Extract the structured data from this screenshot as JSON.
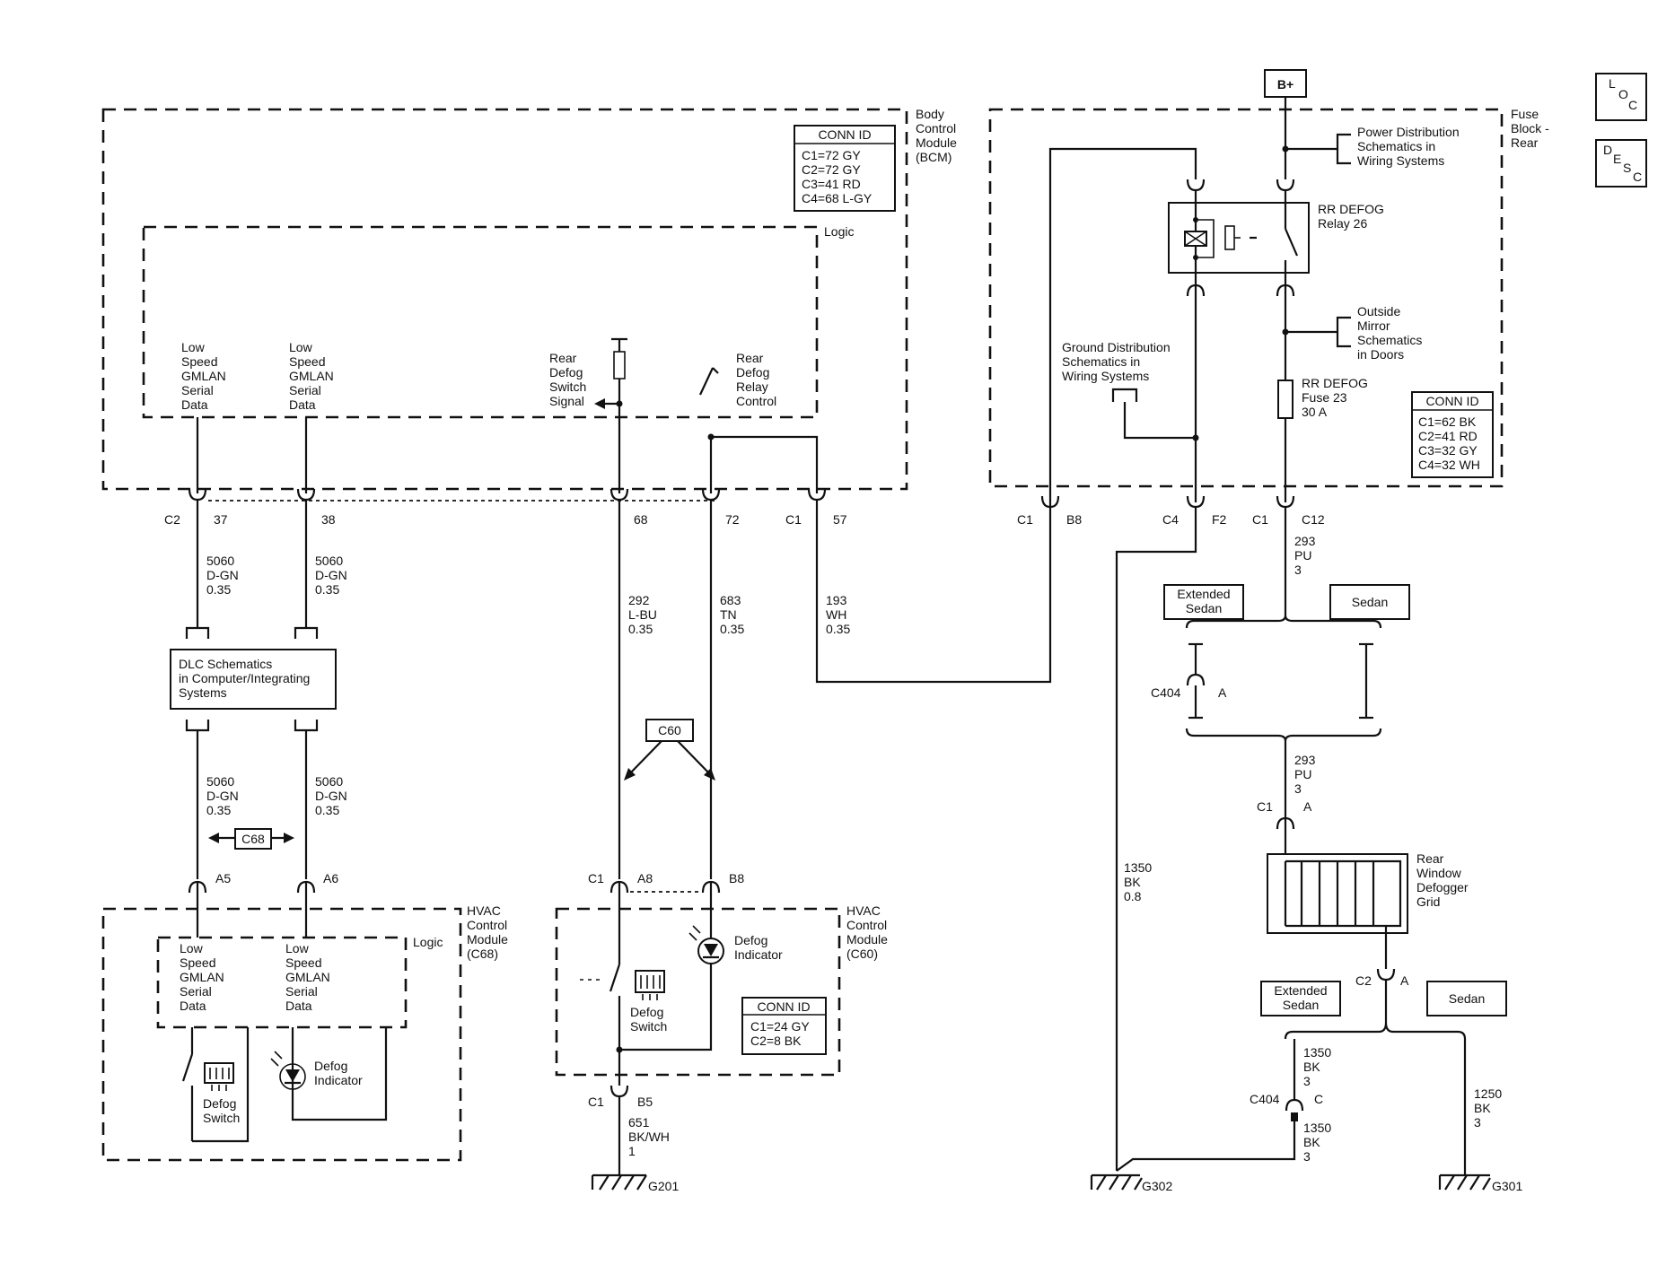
{
  "labels": {
    "bplus": "B+",
    "loc": [
      "L",
      "O",
      "C"
    ],
    "desc": [
      "D",
      "E",
      "S",
      "C"
    ],
    "bcm_title": [
      "Body",
      "Control",
      "Module",
      "(BCM)"
    ],
    "bcm_logic": "Logic",
    "bcm_conn_title": "CONN ID",
    "bcm_conn_rows": [
      "C1=72 GY",
      "C2=72 GY",
      "C3=41 RD",
      "C4=68 L-GY"
    ],
    "bcm_gmlan1": [
      "Low",
      "Speed",
      "GMLAN",
      "Serial",
      "Data"
    ],
    "bcm_gmlan2": [
      "Low",
      "Speed",
      "GMLAN",
      "Serial",
      "Data"
    ],
    "bcm_switch_signal": [
      "Rear",
      "Defog",
      "Switch",
      "Signal"
    ],
    "bcm_relay_control": [
      "Rear",
      "Defog",
      "Relay",
      "Control"
    ],
    "fuse_block_title": [
      "Fuse",
      "Block -",
      "Rear"
    ],
    "power_dist": [
      "Power Distribution",
      "Schematics in",
      "Wiring Systems"
    ],
    "relay_label": [
      "RR DEFOG",
      "Relay 26"
    ],
    "outside_mirror": [
      "Outside",
      "Mirror",
      "Schematics",
      "in Doors"
    ],
    "ground_dist": [
      "Ground Distribution",
      "Schematics in",
      "Wiring Systems"
    ],
    "fuse_label": [
      "RR DEFOG",
      "Fuse 23",
      "30 A"
    ],
    "fb_conn_title": "CONN ID",
    "fb_conn_rows": [
      "C1=62 BK",
      "C2=41 RD",
      "C3=32 GY",
      "C4=32 WH"
    ],
    "pins": {
      "c2_connector": "C2",
      "pin37": "37",
      "pin38": "38",
      "pin68": "68",
      "pin72": "72",
      "c1_bcm": "C1",
      "pin57": "57",
      "c1_fb": "C1",
      "pinB8_fb": "B8",
      "c4_fb": "C4",
      "pinF2": "F2",
      "c1_fb2": "C1",
      "pinC12": "C12",
      "pinA5": "A5",
      "pinA6": "A6",
      "c1_c60": "C1",
      "pinA8": "A8",
      "pinB8_c60": "B8",
      "c1_b5": "C1",
      "pinB5": "B5",
      "c404_top": "C404",
      "pinA_c404": "A",
      "c1_grid": "C1",
      "pinA_grid": "A",
      "c2_grid": "C2",
      "pinA_grid_bottom": "A",
      "c404_bottom": "C404",
      "pinC_c404": "C"
    },
    "wires": {
      "w5060_a_top": [
        "5060",
        "D-GN",
        "0.35"
      ],
      "w5060_b_top": [
        "5060",
        "D-GN",
        "0.35"
      ],
      "w292": [
        "292",
        "L-BU",
        "0.35"
      ],
      "w683": [
        "683",
        "TN",
        "0.35"
      ],
      "w193": [
        "193",
        "WH",
        "0.35"
      ],
      "w293_top": [
        "293",
        "PU",
        "3"
      ],
      "w293_mid": [
        "293",
        "PU",
        "3"
      ],
      "w5060_a_bot": [
        "5060",
        "D-GN",
        "0.35"
      ],
      "w5060_b_bot": [
        "5060",
        "D-GN",
        "0.35"
      ],
      "w651": [
        "651",
        "BK/WH",
        "1"
      ],
      "w1350_long": [
        "1350",
        "BK",
        "0.8"
      ],
      "w1350_a": [
        "1350",
        "BK",
        "3"
      ],
      "w1350_b": [
        "1350",
        "BK",
        "3"
      ],
      "w1250": [
        "1250",
        "BK",
        "3"
      ]
    },
    "dlc": [
      "DLC Schematics",
      "in Computer/Integrating",
      "Systems"
    ],
    "c60_ref": "C60",
    "c68_ref": "C68",
    "ext_sedan_top": [
      "Extended",
      "Sedan"
    ],
    "sedan_top": "Sedan",
    "ext_sedan_bottom": [
      "Extended",
      "Sedan"
    ],
    "sedan_bottom": "Sedan",
    "rear_grid": [
      "Rear",
      "Window",
      "Defogger",
      "Grid"
    ],
    "hvac68_title": [
      "HVAC",
      "Control",
      "Module",
      "(C68)"
    ],
    "hvac68_logic": "Logic",
    "hvac68_gmlan1": [
      "Low",
      "Speed",
      "GMLAN",
      "Serial",
      "Data"
    ],
    "hvac68_gmlan2": [
      "Low",
      "Speed",
      "GMLAN",
      "Serial",
      "Data"
    ],
    "hvac68_switch": [
      "Defog",
      "Switch"
    ],
    "hvac68_indicator": [
      "Defog",
      "Indicator"
    ],
    "hvac60_title": [
      "HVAC",
      "Control",
      "Module",
      "(C60)"
    ],
    "hvac60_switch": [
      "Defog",
      "Switch"
    ],
    "hvac60_indicator": [
      "Defog",
      "Indicator"
    ],
    "hvac60_conn_title": "CONN ID",
    "hvac60_conn_rows": [
      "C1=24 GY",
      "C2=8 BK"
    ],
    "g201": "G201",
    "g302": "G302",
    "g301": "G301"
  }
}
